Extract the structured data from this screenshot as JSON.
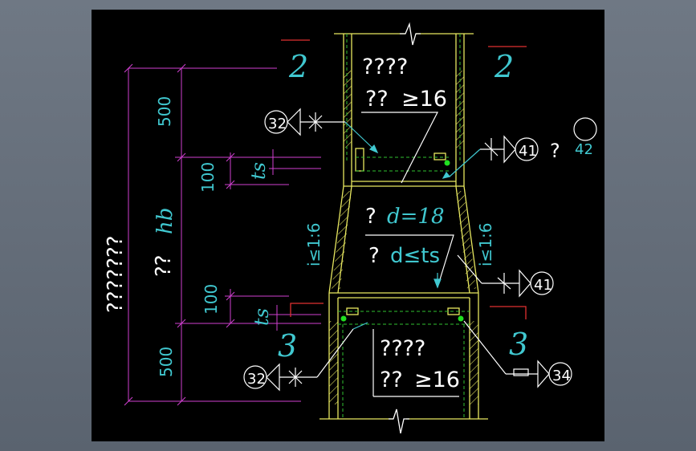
{
  "colors": {
    "frame_background": "#646d79",
    "drawing_background": "#000000",
    "column_outline": "#e8e860",
    "dimension_line": "#d040d0",
    "dimension_text": "#40c8d0",
    "white_text": "#ffffff",
    "section_mark": "#e03030",
    "weld_dot": "#20e020",
    "leader_line": "#ffffff",
    "dashed_line": "#30c030",
    "plate_outline": "#e8e860"
  },
  "section_marks": {
    "top_left": "2",
    "top_right": "2",
    "bottom_left": "3",
    "bottom_right": "3"
  },
  "upper_note": {
    "line1": "????",
    "line2_prefix": "??",
    "line2_value": "≥16"
  },
  "lower_note": {
    "line1": "????",
    "line2_prefix": "??",
    "line2_value": "≥16"
  },
  "middle_note": {
    "line1_prefix": "?",
    "line1_value": "d=18",
    "line2_prefix": "?",
    "line2_value": "d≤ts"
  },
  "slope_labels": {
    "left": "i≤1:6",
    "right": "i≤1:6"
  },
  "dimensions": {
    "top_500": "500",
    "top_100": "100",
    "top_ts": "ts",
    "middle_hb_prefix": "??",
    "middle_hb": "hb",
    "bottom_100": "100",
    "bottom_ts": "ts",
    "bottom_500": "500",
    "overall_label": "???????"
  },
  "weld_symbols": {
    "upper_left": "32",
    "upper_right_a": "41",
    "upper_right_q": "?",
    "upper_right_b": "42",
    "middle_right": "41",
    "lower_left": "32",
    "lower_right": "34"
  }
}
